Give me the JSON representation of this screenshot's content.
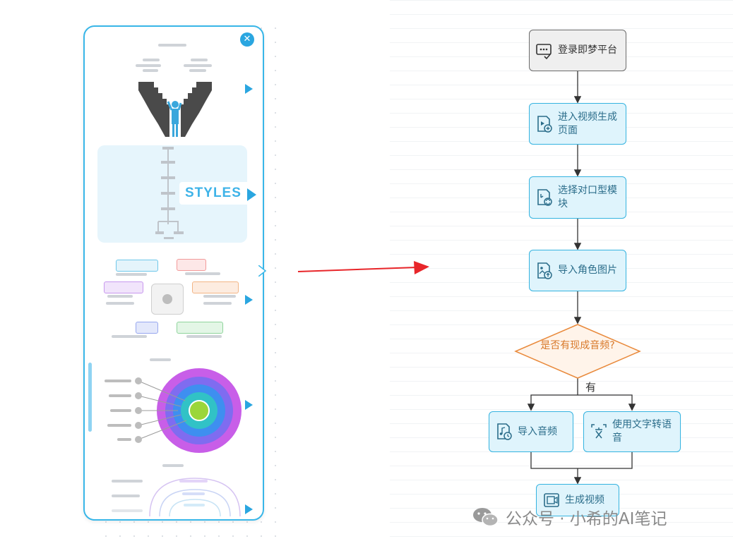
{
  "sidebar": {
    "styles_label": "STYLES",
    "close_icon": "close-circle-icon",
    "accent": "#2aa6e0"
  },
  "flowchart": {
    "nodes": {
      "login": "登录即梦平台",
      "enter_video": "进入视频生成页面",
      "select_template": "选择对口型模块",
      "import_image": "导入角色图片",
      "decision": "是否有现成音频?",
      "import_audio": "导入音频",
      "tts": "使用文字转语音",
      "generate": "生成视频"
    },
    "edge_yes": "有",
    "colors": {
      "node_fill": "#dff4fc",
      "node_border": "#34b3e0",
      "decision": "#e98a3c",
      "arrow": "#e8262a"
    }
  },
  "watermark": {
    "text": "公众号 · 小希的AI笔记"
  }
}
